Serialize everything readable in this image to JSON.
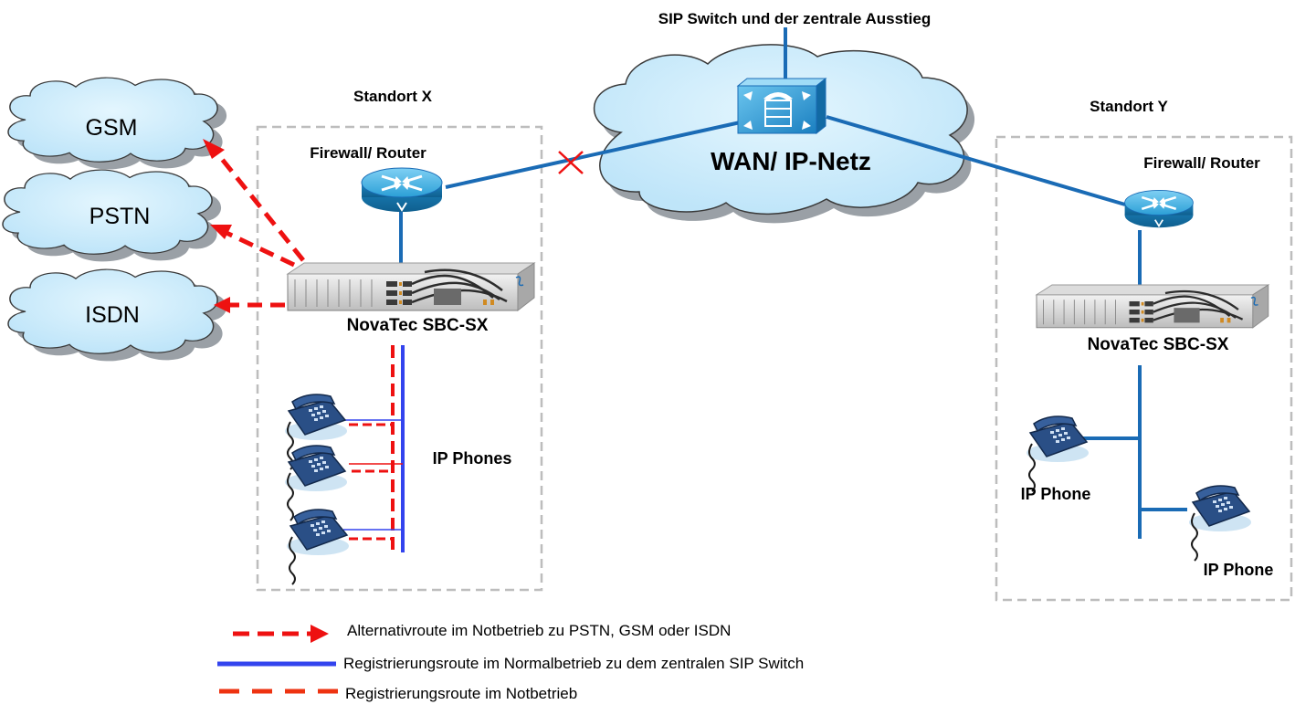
{
  "header": {
    "sip_switch_title": "SIP Switch und der zentrale Ausstieg"
  },
  "wan": {
    "label": "WAN/ IP-Netz",
    "switch_icon": "sip-switch-icon"
  },
  "site_x": {
    "title": "Standort X",
    "router_label": "Firewall/  Router",
    "sbc_label": "NovaTec SBC-SX",
    "phones_label": "IP Phones"
  },
  "site_y": {
    "title": "Standort Y",
    "router_label": "Firewall/  Router",
    "sbc_label": "NovaTec SBC-SX",
    "phone1_label": "IP Phone",
    "phone2_label": "IP Phone"
  },
  "clouds": {
    "gsm": "GSM",
    "pstn": "PSTN",
    "isdn": "ISDN"
  },
  "legend": {
    "alt_route": "Alternativroute im Notbetrieb zu PSTN, GSM  oder  ISDN",
    "normal_route": "Registrierungsroute im Normalbetrieb zu dem zentralen SIP Switch",
    "emergency_route": "Registrierungsroute im Notbetrieb"
  },
  "colors": {
    "network_line": "#1a6bb5",
    "normal_route": "#3344ee",
    "emergency_route": "#ee1111",
    "cloud_fill": "#c5e9fb",
    "router_fill": "#2aa0d8"
  }
}
